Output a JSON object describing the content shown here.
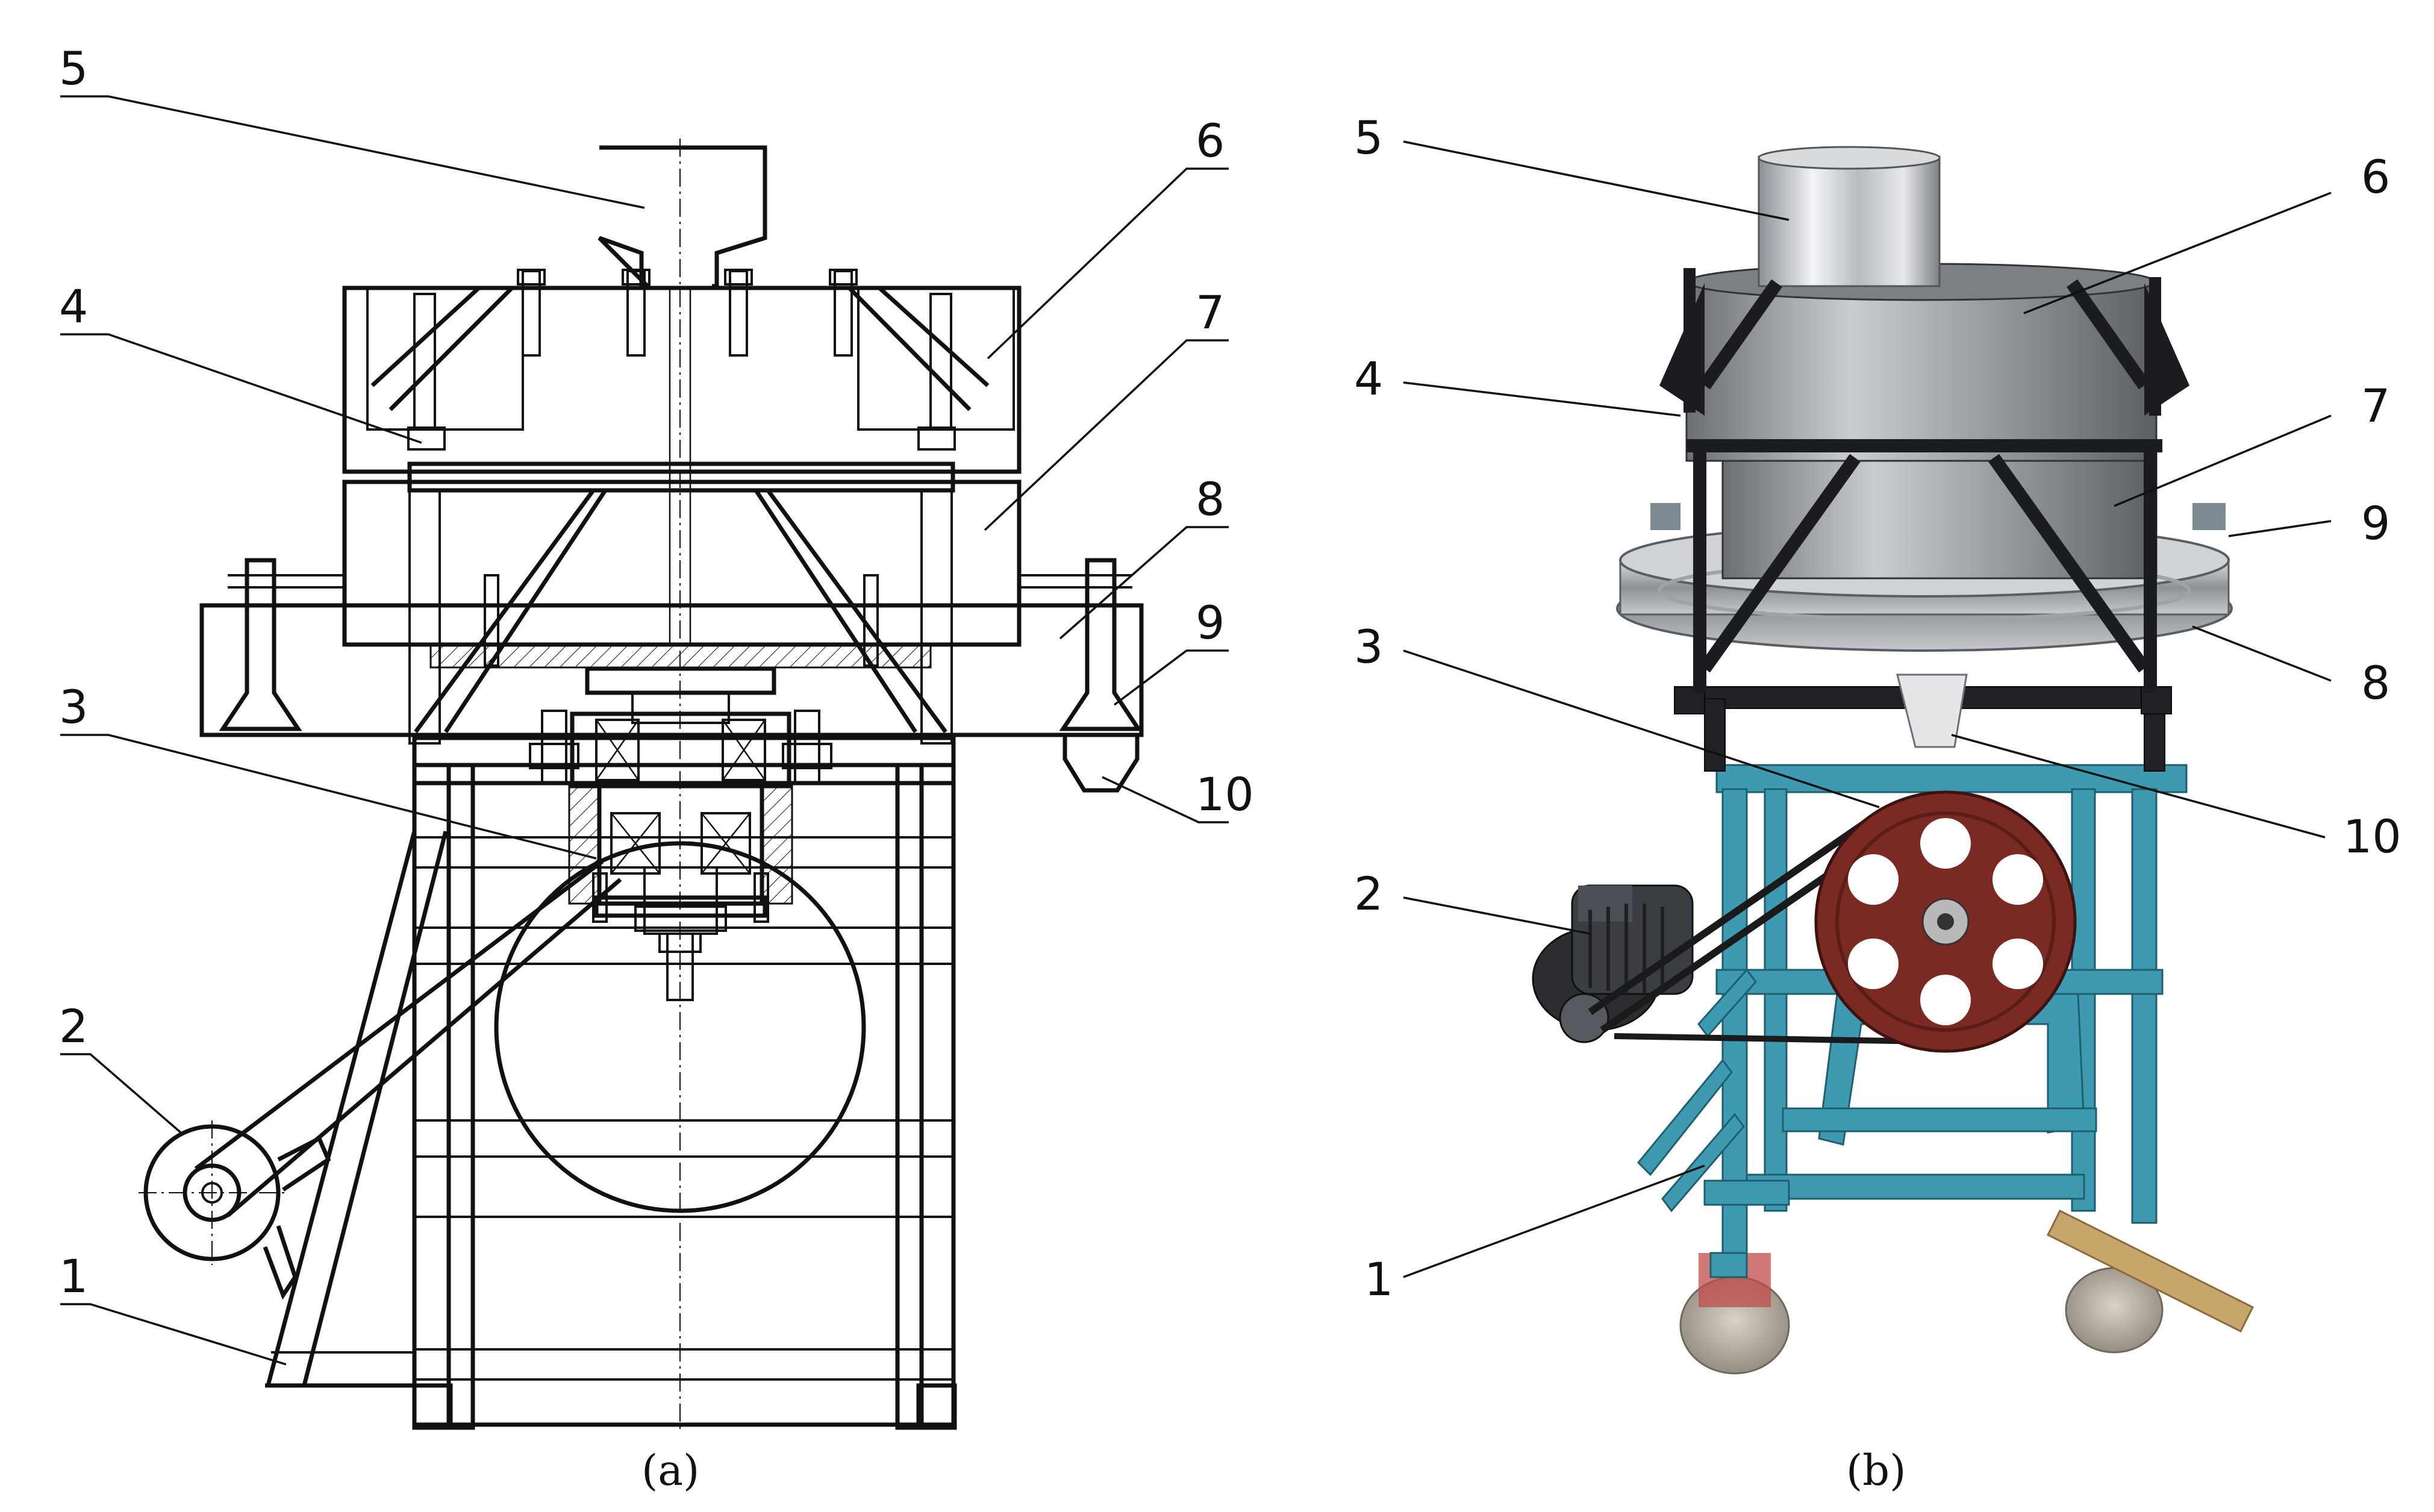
{
  "panel_a": {
    "caption": "(a)",
    "callouts": [
      {
        "id": "1",
        "text": "1"
      },
      {
        "id": "2",
        "text": "2"
      },
      {
        "id": "3",
        "text": "3"
      },
      {
        "id": "4",
        "text": "4"
      },
      {
        "id": "5",
        "text": "5"
      },
      {
        "id": "6",
        "text": "6"
      },
      {
        "id": "7",
        "text": "7"
      },
      {
        "id": "8",
        "text": "8"
      },
      {
        "id": "9",
        "text": "9"
      },
      {
        "id": "10",
        "text": "10"
      }
    ]
  },
  "panel_b": {
    "caption": "(b)",
    "callouts": [
      {
        "id": "1",
        "text": "1"
      },
      {
        "id": "2",
        "text": "2"
      },
      {
        "id": "3",
        "text": "3"
      },
      {
        "id": "4",
        "text": "4"
      },
      {
        "id": "5",
        "text": "5"
      },
      {
        "id": "6",
        "text": "6"
      },
      {
        "id": "7",
        "text": "7"
      },
      {
        "id": "8",
        "text": "8"
      },
      {
        "id": "9",
        "text": "9"
      },
      {
        "id": "10",
        "text": "10"
      }
    ]
  },
  "colors": {
    "frame_blue": "#3d9ab0",
    "pulley_red": "#7a2a22",
    "steel": "#8e9296",
    "dark_steel": "#2b2d30",
    "line": "#111111"
  }
}
